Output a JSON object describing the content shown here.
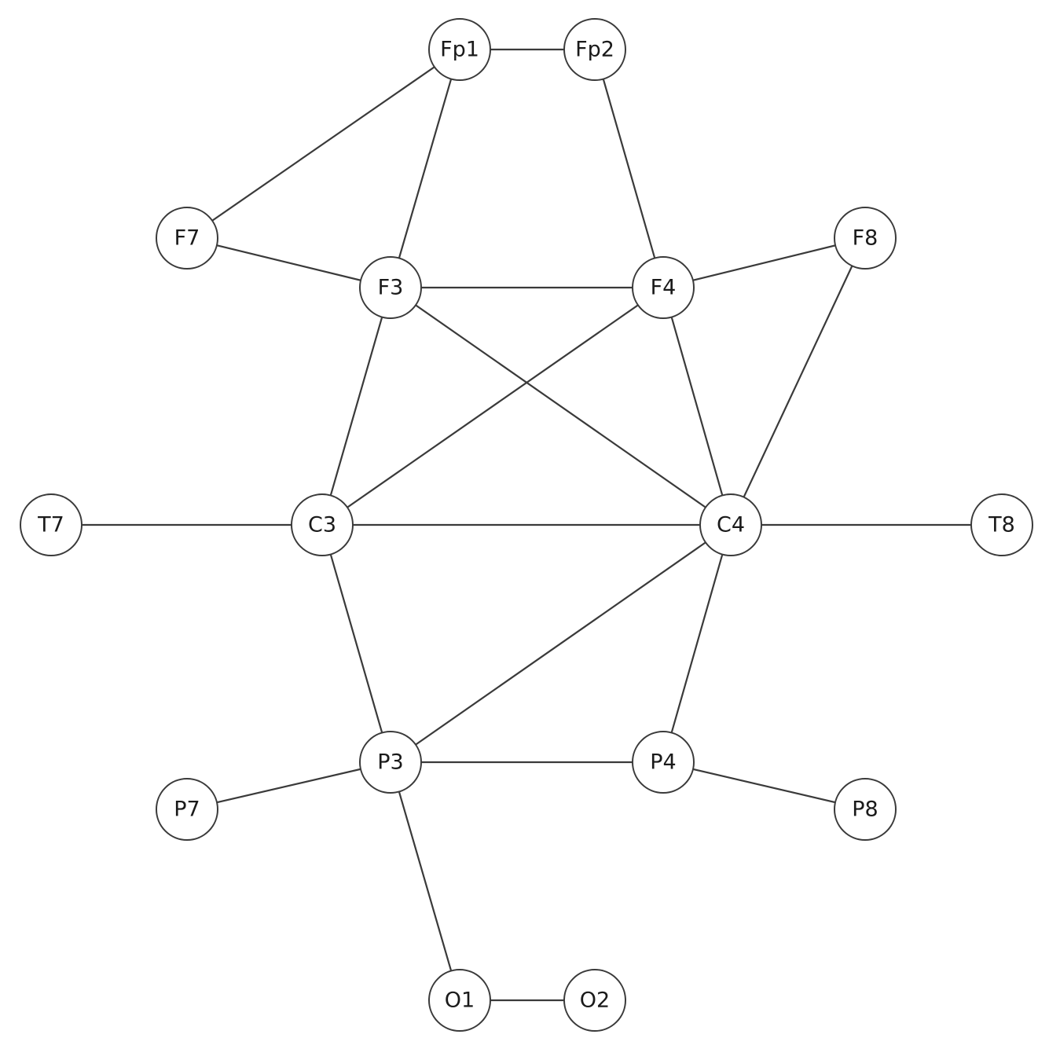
{
  "graph": {
    "nodes": [
      {
        "id": "Fp1",
        "label": "Fp1"
      },
      {
        "id": "Fp2",
        "label": "Fp2"
      },
      {
        "id": "F7",
        "label": "F7"
      },
      {
        "id": "F8",
        "label": "F8"
      },
      {
        "id": "F3",
        "label": "F3"
      },
      {
        "id": "F4",
        "label": "F4"
      },
      {
        "id": "T7",
        "label": "T7"
      },
      {
        "id": "C3",
        "label": "C3"
      },
      {
        "id": "C4",
        "label": "C4"
      },
      {
        "id": "T8",
        "label": "T8"
      },
      {
        "id": "P3",
        "label": "P3"
      },
      {
        "id": "P4",
        "label": "P4"
      },
      {
        "id": "P7",
        "label": "P7"
      },
      {
        "id": "P8",
        "label": "P8"
      },
      {
        "id": "O1",
        "label": "O1"
      },
      {
        "id": "O2",
        "label": "O2"
      }
    ],
    "edges": [
      [
        "Fp1",
        "Fp2"
      ],
      [
        "Fp1",
        "F7"
      ],
      [
        "Fp1",
        "F3"
      ],
      [
        "Fp2",
        "F4"
      ],
      [
        "F7",
        "F3"
      ],
      [
        "F3",
        "F4"
      ],
      [
        "F4",
        "F8"
      ],
      [
        "F3",
        "C3"
      ],
      [
        "F3",
        "C4"
      ],
      [
        "F4",
        "C3"
      ],
      [
        "F4",
        "C4"
      ],
      [
        "F8",
        "C4"
      ],
      [
        "T7",
        "C3"
      ],
      [
        "C3",
        "C4"
      ],
      [
        "C4",
        "T8"
      ],
      [
        "C3",
        "P3"
      ],
      [
        "C4",
        "P3"
      ],
      [
        "C4",
        "P4"
      ],
      [
        "P3",
        "P4"
      ],
      [
        "P3",
        "P7"
      ],
      [
        "P4",
        "P8"
      ],
      [
        "P3",
        "O1"
      ],
      [
        "O1",
        "O2"
      ]
    ]
  }
}
